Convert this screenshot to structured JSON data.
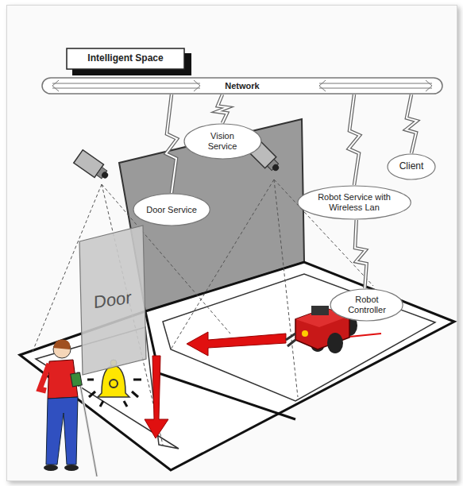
{
  "diagram": {
    "nodes": [
      {
        "text": [
          "Intelligent Space"
        ]
      },
      {
        "text": [
          "Network"
        ]
      },
      {
        "text": [
          "Vision Service"
        ]
      },
      {
        "text": [
          "Door Service"
        ]
      },
      {
        "text": [
          "Client"
        ]
      },
      {
        "text": [
          "Robot Service with Wireless Lan"
        ]
      },
      {
        "text": [
          "Robot Controller"
        ]
      },
      {
        "text": [
          "Door"
        ]
      }
    ],
    "edges": [
      {
        "from": 1,
        "to": 3,
        "arrow": "none"
      },
      {
        "from": 1,
        "to": 2,
        "arrow": "none"
      },
      {
        "from": 1,
        "to": 5,
        "arrow": "none"
      },
      {
        "from": 1,
        "to": 4,
        "arrow": "none"
      },
      {
        "from": 5,
        "to": 6,
        "arrow": "none"
      }
    ]
  }
}
